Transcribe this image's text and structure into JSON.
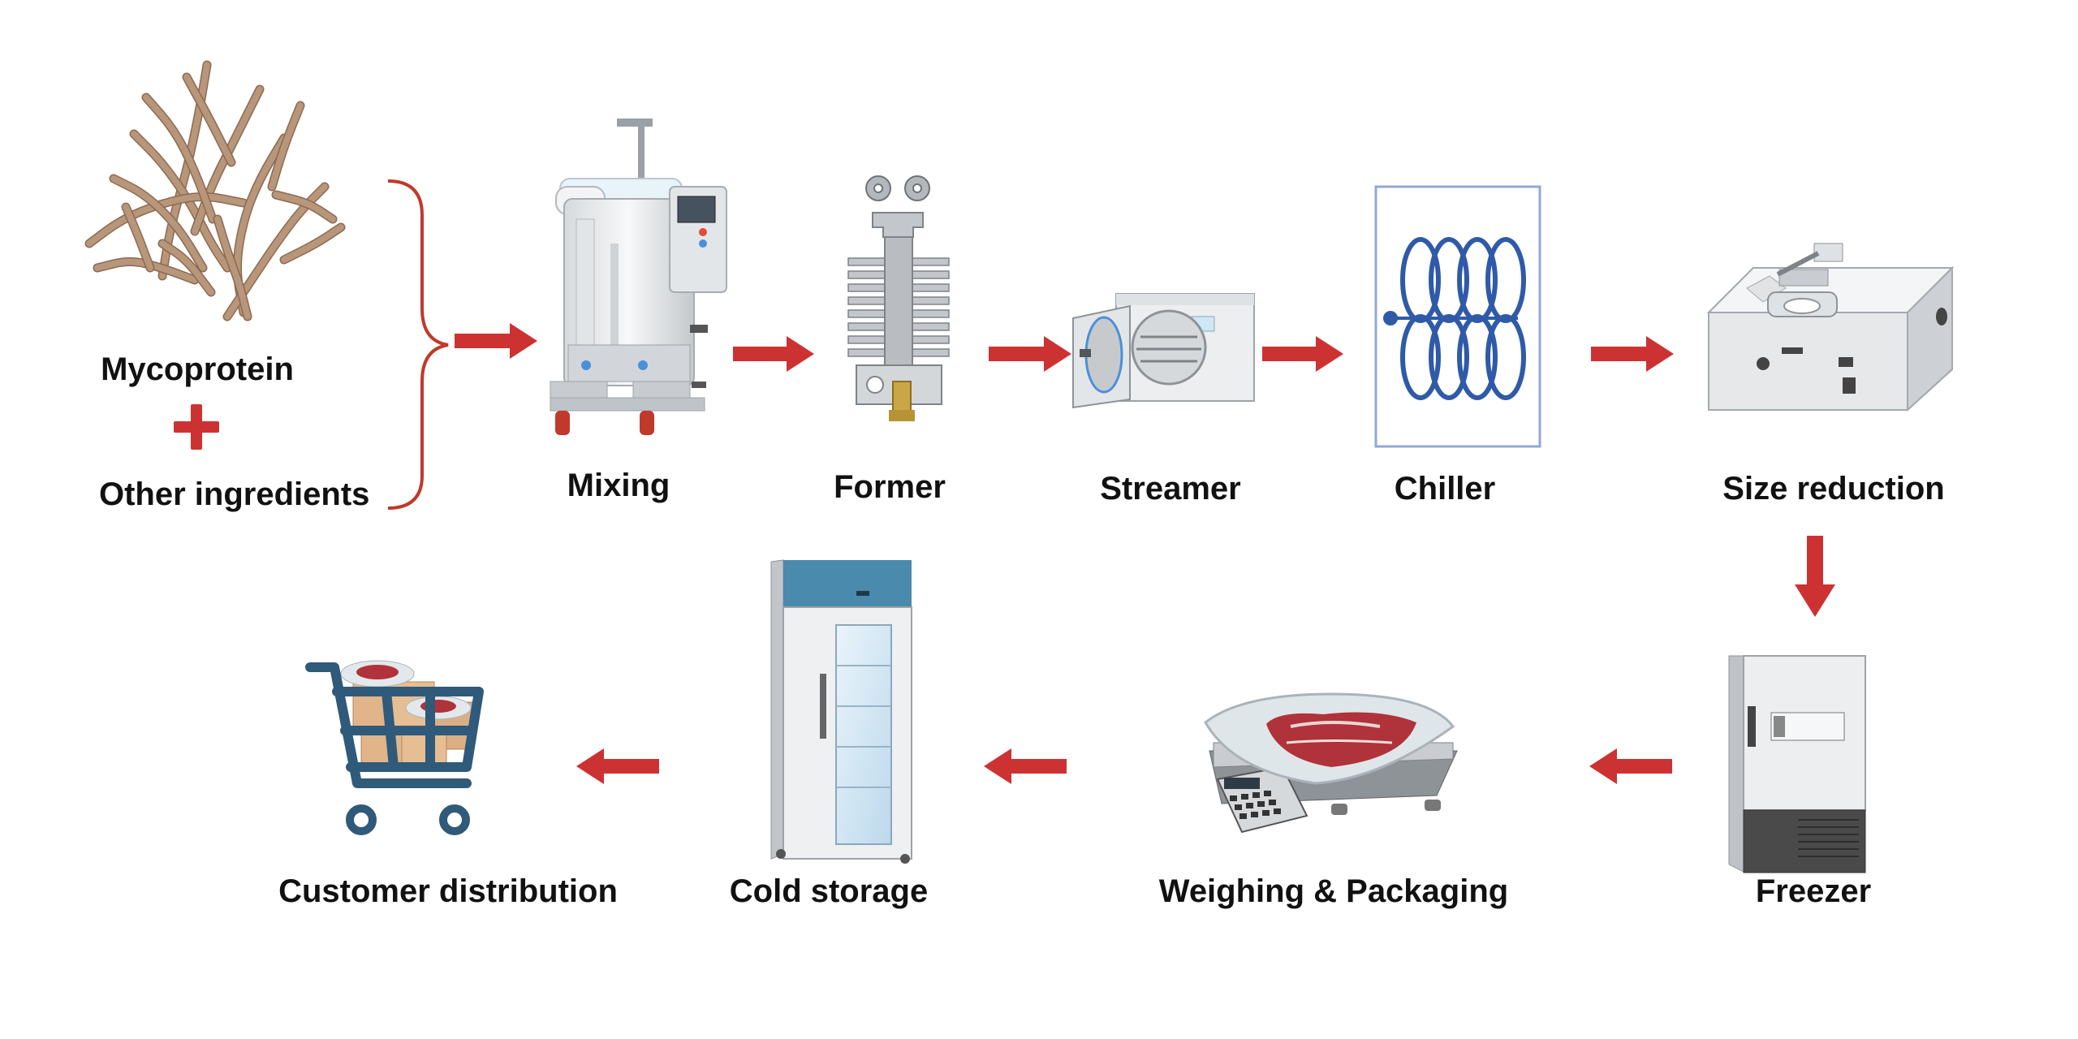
{
  "colors": {
    "arrow": "#cd3232",
    "brace": "#c0392b",
    "fungus": "#b8967a",
    "fungus_dark": "#8c6a52",
    "machine_light": "#eef0f2",
    "machine_mid": "#c9cdd2",
    "machine_dark": "#6e7378",
    "coil": "#2f5aa8",
    "chiller_frame": "#90a8d8",
    "cart": "#2f5a7a",
    "meat": "#b0323a",
    "fridge_top": "#4a8aad",
    "freezer_base": "#4a4a4a"
  },
  "inputs": {
    "mycoprotein": "Mycoprotein",
    "other": "Other ingredients"
  },
  "steps": {
    "mixing": "Mixing",
    "former": "Former",
    "streamer": "Streamer",
    "chiller": "Chiller",
    "size_reduction": "Size reduction",
    "freezer": "Freezer",
    "weighing": "Weighing & Packaging",
    "cold_storage": "Cold storage",
    "distribution": "Customer distribution"
  },
  "icons": [
    "mycoprotein-fungus-icon",
    "plus-icon",
    "bioreactor-mixer-icon",
    "extruder-former-icon",
    "steamer-oven-icon",
    "chiller-coil-icon",
    "size-reduction-machine-icon",
    "freezer-icon",
    "scale-meat-package-icon",
    "fridge-icon",
    "shopping-cart-icon"
  ]
}
